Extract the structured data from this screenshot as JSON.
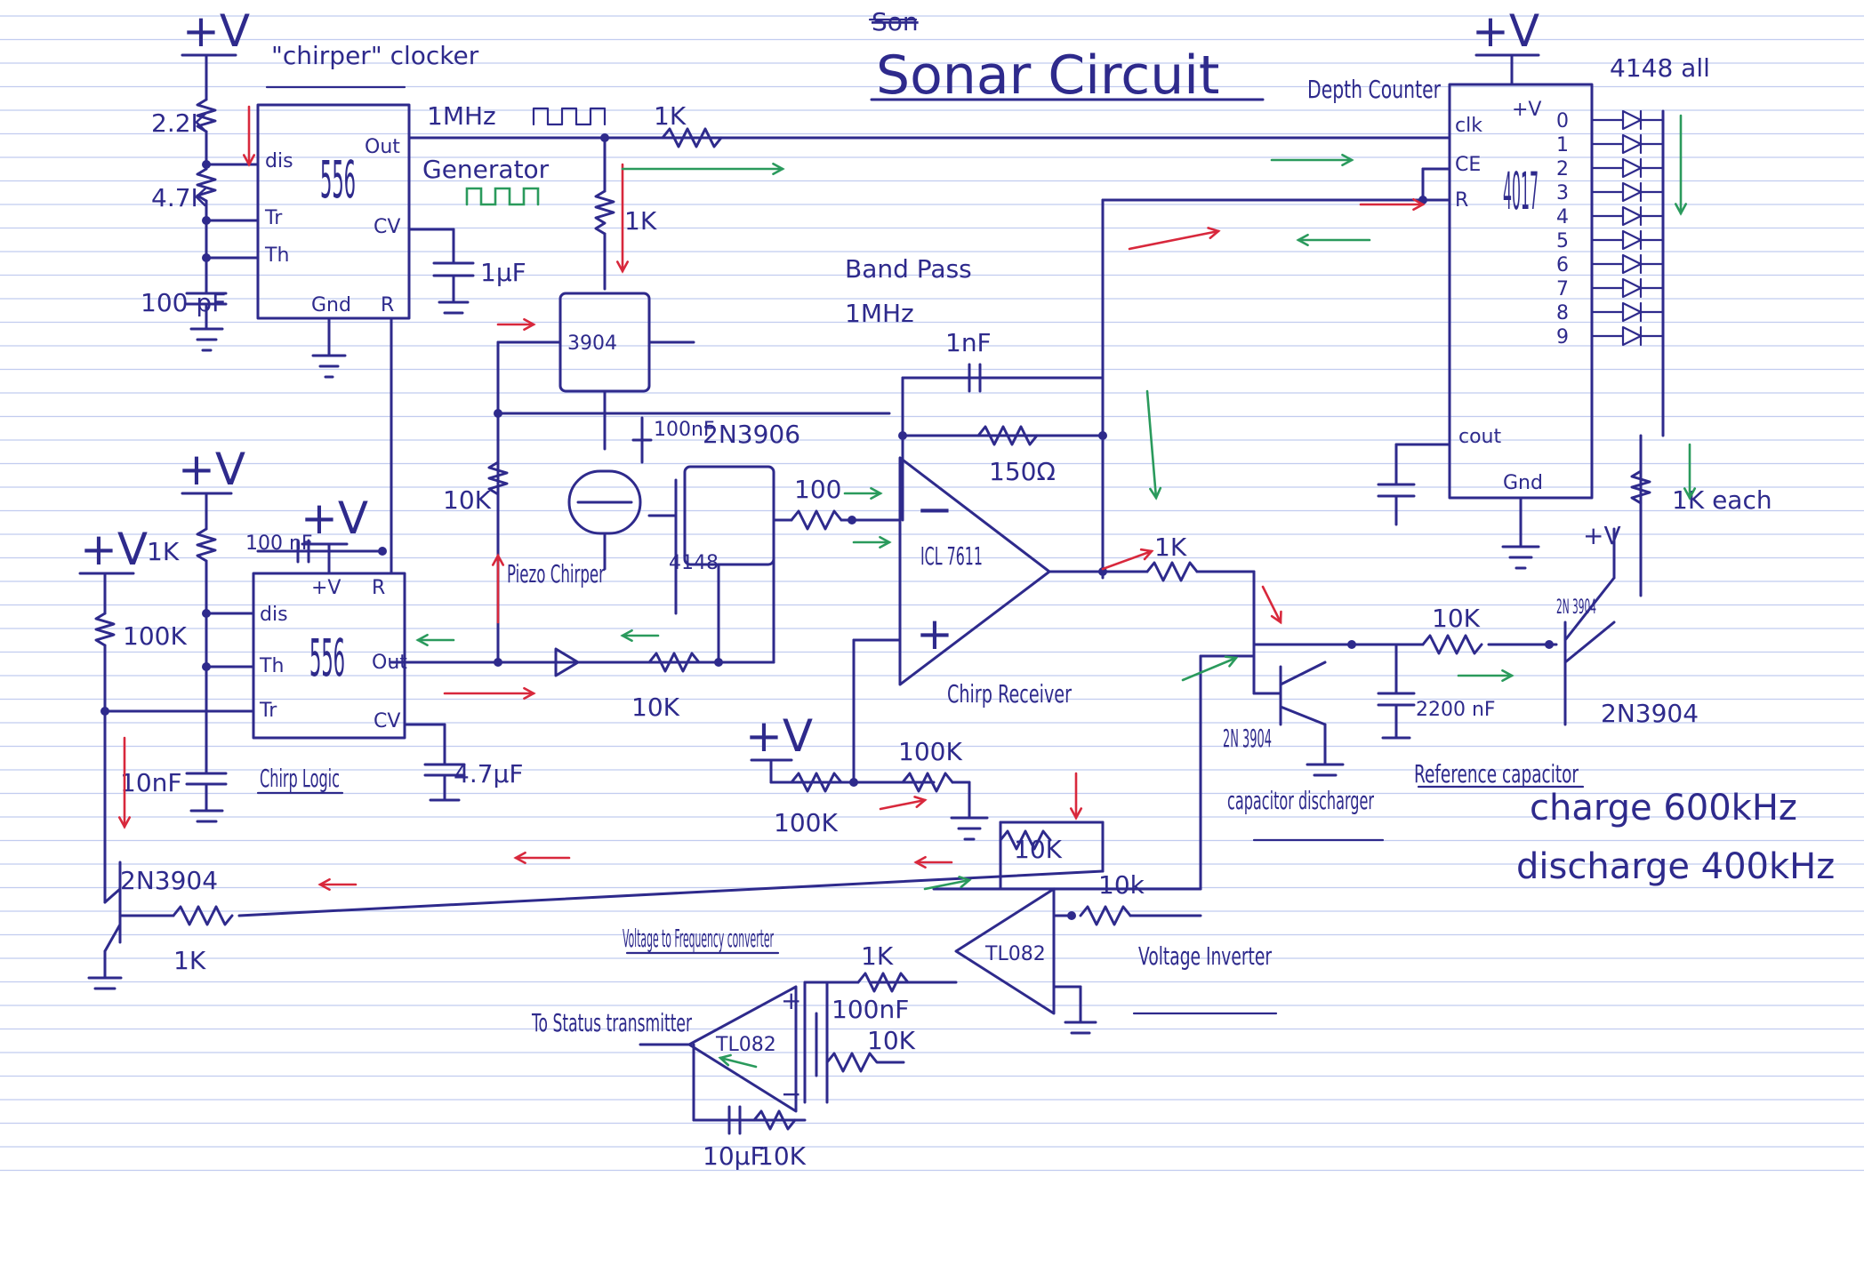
{
  "title": "Sonar Circuit",
  "title_strike": "Son",
  "colors": {
    "ink": "#2e2a8c",
    "red": "#d8283c",
    "green": "#2a9a5c",
    "rule": "#a8b6e8",
    "margin": "#e7a3b0"
  },
  "chirper": {
    "name": "\"chirper\" clocker",
    "ic": "556",
    "pins": [
      "dis",
      "Tr",
      "Th",
      "Gnd",
      "R",
      "Out",
      "CV"
    ],
    "supply": "+V",
    "r1": "2.2K",
    "r2": "4.7K",
    "cap": "100 pF",
    "cv_cap": "1µF"
  },
  "generator": {
    "freq": "1MHz",
    "label": "Generator",
    "r_series": "1K",
    "r_pull": "1K"
  },
  "depth_counter": {
    "name": "Depth Counter",
    "ic": "4017",
    "pins": [
      "clk",
      "CE",
      "R",
      "+V",
      "cout",
      "Gnd"
    ],
    "outputs": [
      "0",
      "1",
      "2",
      "3",
      "4",
      "5",
      "6",
      "7",
      "8",
      "9"
    ],
    "supply": "+V",
    "diodes": "4148 all",
    "resistors": "1K each"
  },
  "driver": {
    "q1": "3904",
    "q2": "2N3906",
    "r_bias": "10K",
    "cap": "100nF",
    "r_out": "100",
    "diode": "4148",
    "piezo": "Piezo Chirper",
    "r_fb": "10K"
  },
  "bandpass": {
    "name": "Band Pass",
    "freq": "1MHz",
    "cap": "1nF",
    "res": "150Ω",
    "opamp": "ICL 7611",
    "label": "Chirp Receiver",
    "r_out": "1K",
    "r_bias1": "100K",
    "r_bias2": "100K",
    "supply": "+V"
  },
  "chirp_logic": {
    "name": "Chirp Logic",
    "ic": "556",
    "pins": [
      "dis",
      "Th",
      "Tr",
      "+V",
      "R",
      "Out",
      "CV"
    ],
    "supply": "+V",
    "r_top": "1K",
    "cap_top": "100 nF",
    "r_pull": "100K",
    "cap": "10nF",
    "cv_cap": "4.7µF",
    "transistor": "2N3904",
    "r_base": "1K"
  },
  "discharger": {
    "transistor": "2N 3904",
    "label": "capacitor discharger"
  },
  "reference": {
    "label": "Reference capacitor",
    "res": "10K",
    "cap": "2200 nF",
    "q_top": "2N 3904",
    "q_bottom": "2N3904"
  },
  "notes": {
    "charge": "charge 600kHz",
    "discharge": "discharge 400kHz"
  },
  "inverter": {
    "label": "Voltage Inverter",
    "opamp": "TL082",
    "r_in": "10K",
    "r_fb": "10k"
  },
  "vfc": {
    "label": "Voltage to Frequency converter",
    "opamp": "TL082",
    "r_in": "1K",
    "cap": "100nF",
    "res": "10K",
    "cap2": "10µF",
    "res2": "10K",
    "output": "To Status transmitter"
  }
}
